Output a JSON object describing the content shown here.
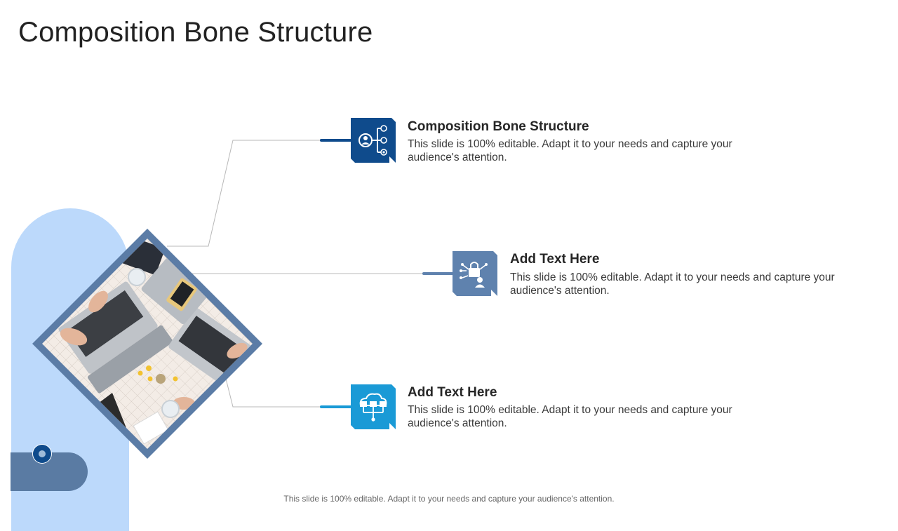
{
  "title": "Composition Bone Structure",
  "footer": "This slide is 100% editable. Adapt it to your needs and capture your audience's attention.",
  "colors": {
    "pill_background": "#bcd9fb",
    "diamond_frame": "#5b7ca6",
    "tab": "#5a7ba3",
    "item1_icon": "#0f4b8c",
    "item2_icon": "#5f82ae",
    "item3_icon": "#1a9ad6",
    "connector_line": "#b8b8b8"
  },
  "items": [
    {
      "heading": "Composition Bone Structure",
      "body": "This slide is 100% editable. Adapt it to your needs and capture your audience's attention.",
      "icon": "org-network-icon"
    },
    {
      "heading": "Add Text Here",
      "body": "This slide is 100% editable. Adapt it to your needs and capture your audience's attention.",
      "icon": "lock-user-network-icon"
    },
    {
      "heading": "Add Text Here",
      "body": "This slide is 100% editable. Adapt it to your needs and capture your audience's attention.",
      "icon": "cloud-server-icon"
    }
  ],
  "image": {
    "name": "office-desk-photo"
  }
}
